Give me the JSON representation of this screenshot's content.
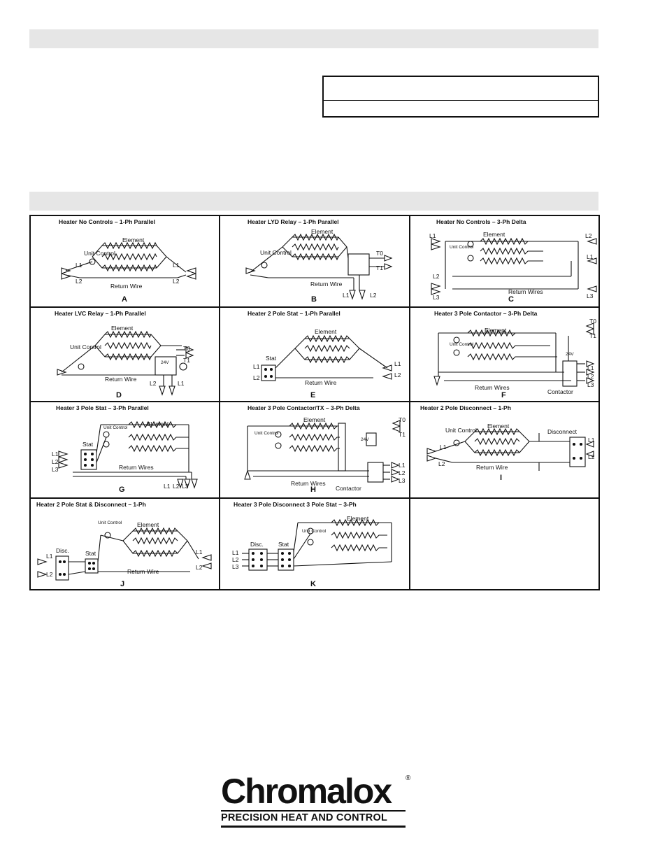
{
  "diagrams": [
    {
      "letter": "A",
      "title": "Heater No Controls – 1-Ph Parallel",
      "labels": {
        "element": "Element",
        "unit_control": "Unit Control",
        "return_wire": "Return Wire",
        "l1a": "L1",
        "l2a": "L2",
        "l1b": "L1",
        "l2b": "L2"
      }
    },
    {
      "letter": "B",
      "title": "Heater LYD Relay – 1-Ph Parallel",
      "labels": {
        "element": "Element",
        "unit_control": "Unit Control",
        "return_wire": "Return Wire",
        "t0": "T0",
        "t1": "T1",
        "l1": "L1",
        "l2": "L2"
      }
    },
    {
      "letter": "C",
      "title": "Heater No Controls – 3-Ph Delta",
      "labels": {
        "element": "Element",
        "unit_control": "Unit Control",
        "return_wires": "Return Wires",
        "l1": "L1",
        "l2": "L2",
        "l3": "L3",
        "r_l2": "L2",
        "r_l1": "L1",
        "r_l3": "L3"
      }
    },
    {
      "letter": "D",
      "title": "Heater LVC Relay – 1-Ph Parallel",
      "labels": {
        "element": "Element",
        "unit_control": "Unit Control",
        "return_wire": "Return Wire",
        "t0": "T0",
        "t1": "T1",
        "l1": "L1",
        "l2": "L2",
        "v24": "24V"
      }
    },
    {
      "letter": "E",
      "title": "Heater 2 Pole Stat – 1-Ph Parallel",
      "labels": {
        "element": "Element",
        "stat": "Stat",
        "return_wire": "Return Wire",
        "l1": "L1",
        "l2": "L2",
        "r_l1": "L1",
        "r_l2": "L2"
      }
    },
    {
      "letter": "F",
      "title": "Heater 3 Pole Contactor – 3-Ph Delta",
      "labels": {
        "element": "Element",
        "unit_control": "Unit Control",
        "return_wires": "Return Wires",
        "contactor": "Contactor",
        "t0": "T0",
        "t1": "T1",
        "v24": "24V",
        "l1": "L1",
        "l2": "L2",
        "l3": "L3"
      }
    },
    {
      "letter": "G",
      "title": "Heater 3 Pole Stat – 3-Ph Parallel",
      "labels": {
        "element": "Element",
        "unit_control": "Unit Control",
        "stat": "Stat",
        "return_wires": "Return Wires",
        "l1": "L1",
        "l2": "L2",
        "l3": "L3",
        "b_l1": "L1",
        "b_l2": "L2",
        "b_l3": "L3"
      }
    },
    {
      "letter": "H",
      "title": "Heater 3 Pole Contactor/TX – 3-Ph Delta",
      "labels": {
        "element": "Element",
        "unit_control": "Unit Control",
        "return_wires": "Return Wires",
        "contactor": "Contactor",
        "t0": "T0",
        "t1": "T1",
        "v24": "24V",
        "l1": "L1",
        "l2": "L2",
        "l3": "L3"
      }
    },
    {
      "letter": "I",
      "title": "Heater 2 Pole Disconnect – 1-Ph",
      "labels": {
        "element": "Element",
        "unit_control": "Unit Control",
        "return_wire": "Return Wire",
        "disconnect": "Disconnect",
        "l1": "L1",
        "l2": "L2",
        "r_l1": "L1",
        "r_l2": "L2"
      }
    },
    {
      "letter": "J",
      "title": "Heater 2 Pole Stat & Disconnect – 1-Ph",
      "labels": {
        "element": "Element",
        "unit_control": "Unit Control",
        "return_wire": "Return Wire",
        "disc": "Disc.",
        "stat": "Stat",
        "l1": "L1",
        "l2": "L2",
        "r_l1": "L1",
        "r_l2": "L2"
      }
    },
    {
      "letter": "K",
      "title": "Heater 3 Pole Disconnect 3 Pole Stat – 3-Ph",
      "labels": {
        "element": "Element",
        "unit_control": "Unit Control",
        "disc": "Disc.",
        "stat": "Stat",
        "l1": "L1",
        "l2": "L2",
        "l3": "L3"
      }
    }
  ],
  "logo": {
    "brand": "Chromalox",
    "registered": "®",
    "tagline": "PRECISION HEAT AND CONTROL"
  },
  "colors": {
    "section_bar": "#e6e6e6",
    "ink": "#111111"
  }
}
